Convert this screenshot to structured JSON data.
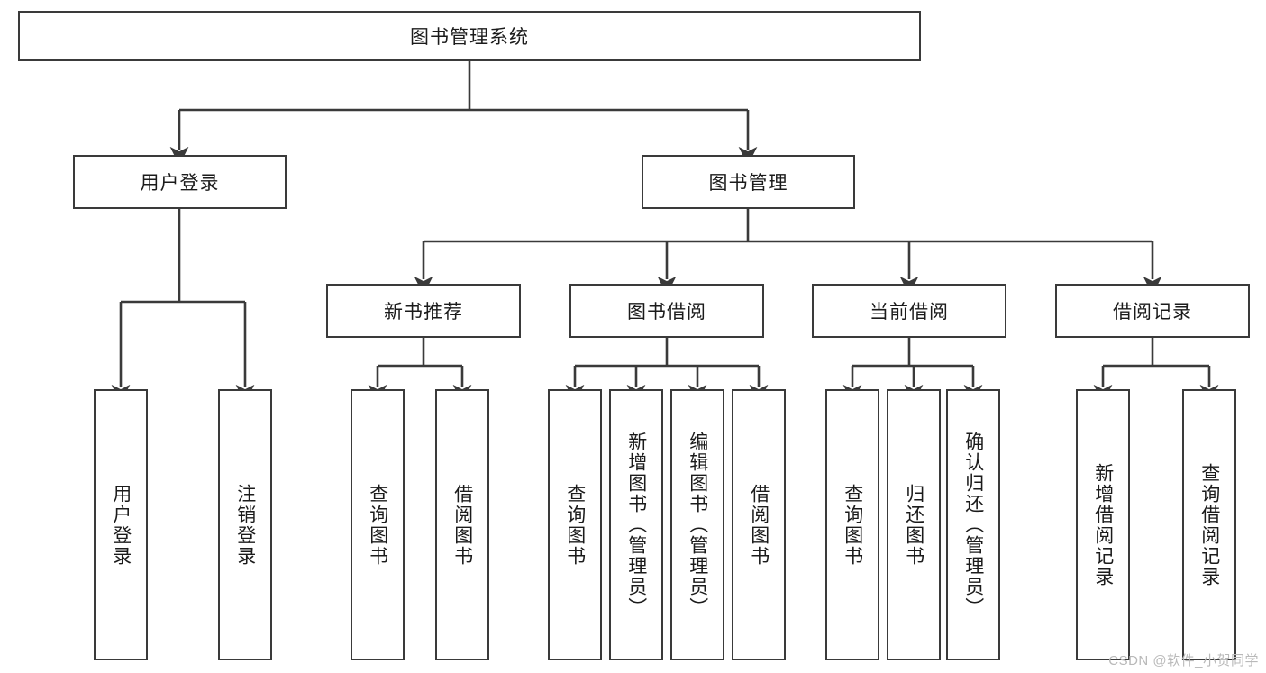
{
  "diagram": {
    "title": "图书管理系统",
    "type": "functional-hierarchy-tree",
    "root": {
      "label": "图书管理系统"
    },
    "level2": [
      {
        "label": "用户登录"
      },
      {
        "label": "图书管理"
      }
    ],
    "level3": [
      {
        "label": "新书推荐"
      },
      {
        "label": "图书借阅"
      },
      {
        "label": "当前借阅"
      },
      {
        "label": "借阅记录"
      }
    ],
    "leaves": [
      {
        "label": "用户登录",
        "parent": "用户登录"
      },
      {
        "label": "注销登录",
        "parent": "用户登录"
      },
      {
        "label": "查询图书",
        "parent": "新书推荐"
      },
      {
        "label": "借阅图书",
        "parent": "新书推荐"
      },
      {
        "label": "查询图书",
        "parent": "图书借阅"
      },
      {
        "label": "新增图书（管理员）",
        "parent": "图书借阅"
      },
      {
        "label": "编辑图书（管理员）",
        "parent": "图书借阅"
      },
      {
        "label": "借阅图书",
        "parent": "图书借阅"
      },
      {
        "label": "查询图书",
        "parent": "当前借阅"
      },
      {
        "label": "归还图书",
        "parent": "当前借阅"
      },
      {
        "label": "确认归还（管理员）",
        "parent": "当前借阅"
      },
      {
        "label": "新增借阅记录",
        "parent": "借阅记录"
      },
      {
        "label": "查询借阅记录",
        "parent": "借阅记录"
      }
    ]
  },
  "watermark": {
    "text": "CSDN @软件_小贺同学"
  },
  "colors": {
    "box_border": "#3a3a3a",
    "box_fill": "#ffffff",
    "text": "#1b1b1b",
    "connector": "#3a3a3a",
    "watermark": "#b9b9b9"
  }
}
